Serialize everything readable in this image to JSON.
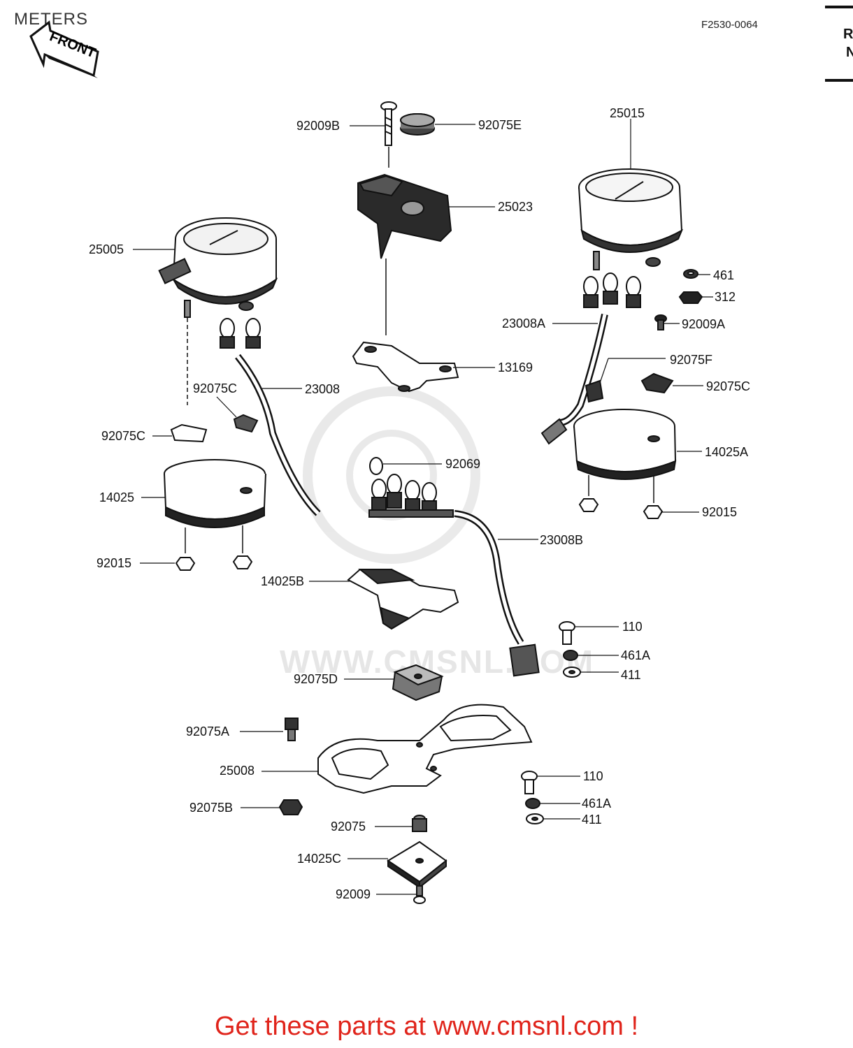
{
  "header": {
    "title": "METERS",
    "figure_code": "F2530-0064",
    "front_label": "FRONT",
    "side_column_letters": [
      "R",
      "N"
    ]
  },
  "watermark": "WWW.CMSNL.COM",
  "footer": "Get these parts at www.cmsnl.com !",
  "parts": [
    {
      "id": "92009B"
    },
    {
      "id": "92075E"
    },
    {
      "id": "25015"
    },
    {
      "id": "25023"
    },
    {
      "id": "25005"
    },
    {
      "id": "461"
    },
    {
      "id": "312"
    },
    {
      "id": "23008A"
    },
    {
      "id": "92009A"
    },
    {
      "id": "13169"
    },
    {
      "id": "92075F"
    },
    {
      "id": "92075C"
    },
    {
      "id": "23008"
    },
    {
      "id": "92075C"
    },
    {
      "id": "92075C"
    },
    {
      "id": "14025A"
    },
    {
      "id": "92069"
    },
    {
      "id": "14025"
    },
    {
      "id": "92015"
    },
    {
      "id": "23008B"
    },
    {
      "id": "92015"
    },
    {
      "id": "14025B"
    },
    {
      "id": "110"
    },
    {
      "id": "461A"
    },
    {
      "id": "92075D"
    },
    {
      "id": "411"
    },
    {
      "id": "92075A"
    },
    {
      "id": "25008"
    },
    {
      "id": "110"
    },
    {
      "id": "461A"
    },
    {
      "id": "92075B"
    },
    {
      "id": "411"
    },
    {
      "id": "92075"
    },
    {
      "id": "14025C"
    },
    {
      "id": "92009"
    }
  ]
}
